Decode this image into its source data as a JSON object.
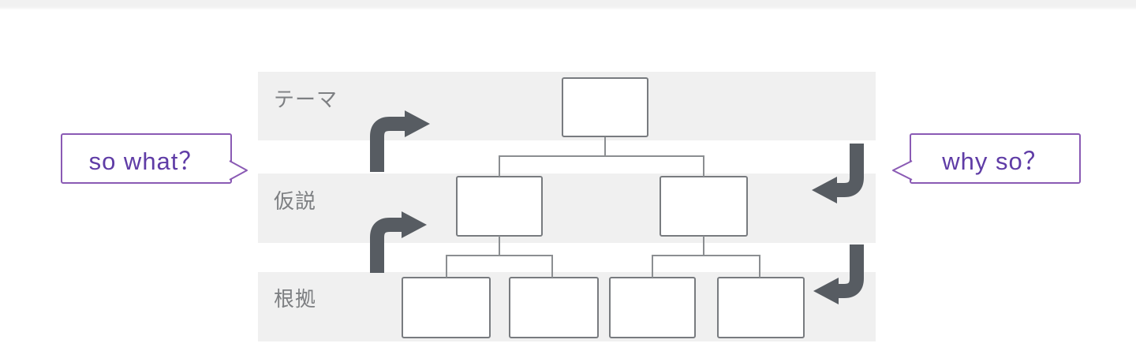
{
  "diagram": {
    "title_hint": "pyramid-structure (logic tree) diagram",
    "rows": [
      {
        "label": "テーマ"
      },
      {
        "label": "仮説"
      },
      {
        "label": "根拠"
      }
    ],
    "boxes": {
      "theme": "",
      "hypothesis": [
        "",
        ""
      ],
      "evidence": [
        "",
        "",
        "",
        ""
      ]
    },
    "callouts": {
      "left": "so what？",
      "right": "why so？"
    },
    "icons": {
      "left_arrows": "elbow-arrow-up-right",
      "right_arrows": "elbow-arrow-down-left"
    },
    "colors": {
      "band_gray": "#f0f0f0",
      "topbar_gray": "#f1f1f1",
      "box_border": "#787b7f",
      "connector_line": "#8b8e91",
      "arrow_dark": "#575c62",
      "callout_border": "#8a5ab4",
      "callout_text": "#5f3ca6",
      "row_label_text": "#7d7f82"
    }
  }
}
